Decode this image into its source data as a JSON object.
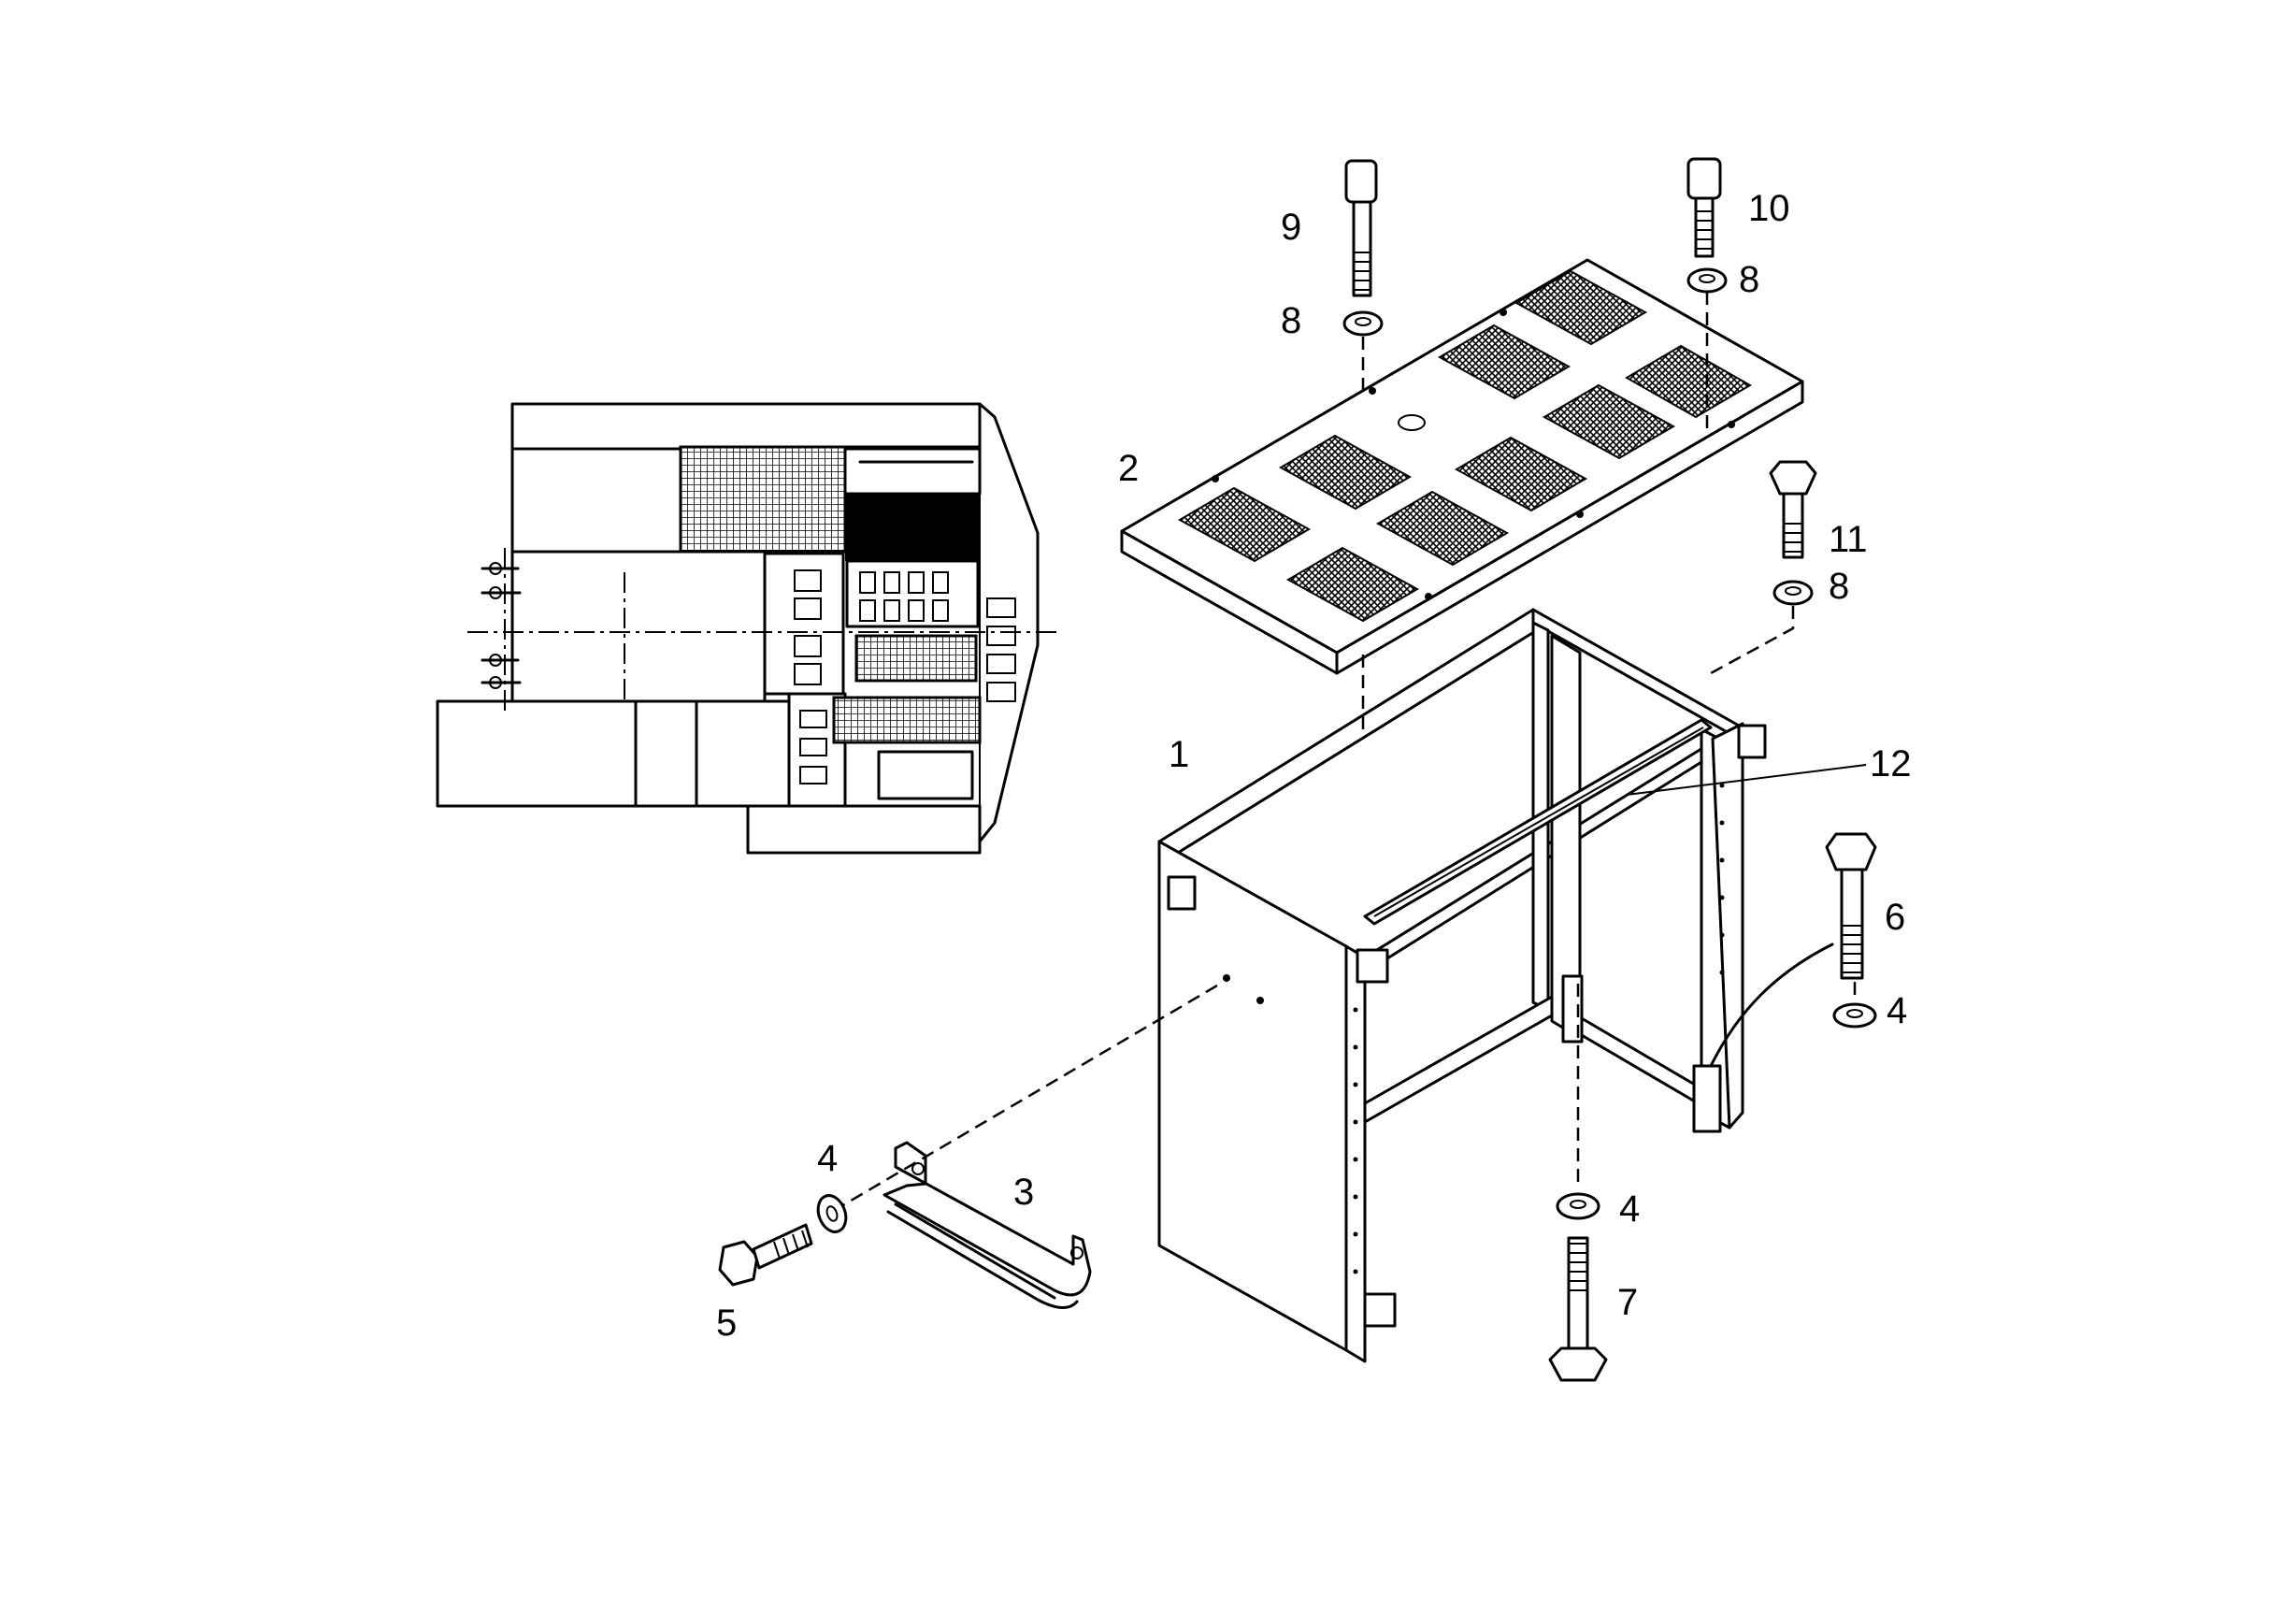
{
  "diagram": {
    "callouts": [
      {
        "id": "1",
        "text": "1"
      },
      {
        "id": "2",
        "text": "2"
      },
      {
        "id": "3",
        "text": "3"
      },
      {
        "id": "4a",
        "text": "4"
      },
      {
        "id": "4b",
        "text": "4"
      },
      {
        "id": "4c",
        "text": "4"
      },
      {
        "id": "5",
        "text": "5"
      },
      {
        "id": "6",
        "text": "6"
      },
      {
        "id": "7",
        "text": "7"
      },
      {
        "id": "8a",
        "text": "8"
      },
      {
        "id": "8b",
        "text": "8"
      },
      {
        "id": "8c",
        "text": "8"
      },
      {
        "id": "9",
        "text": "9"
      },
      {
        "id": "10",
        "text": "10"
      },
      {
        "id": "11",
        "text": "11"
      },
      {
        "id": "12",
        "text": "12"
      }
    ]
  }
}
